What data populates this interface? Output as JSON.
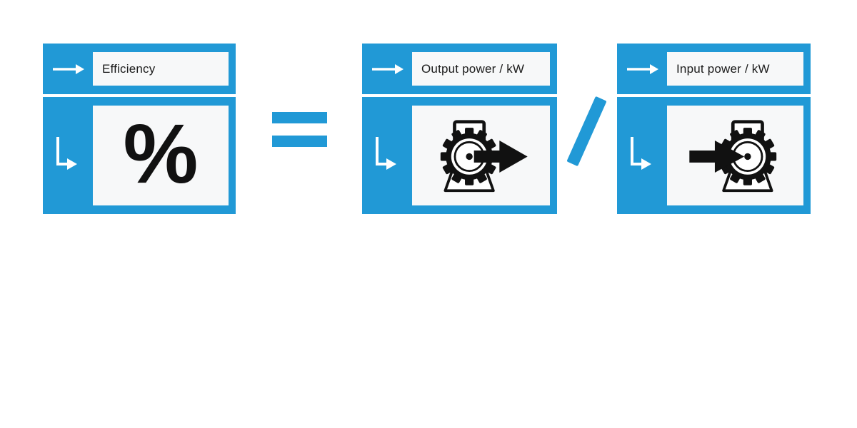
{
  "page": {
    "background": "#ffffff",
    "description": "Efficiency formula diagram"
  },
  "palette": {
    "accent_blue": "#2199D6",
    "inset_bg": "#F7F8F9",
    "ink": "#1a1a1a",
    "icon_black": "#111111"
  },
  "equation": {
    "name": "efficiency-formula",
    "reads_as": "Efficiency % = Output power / kW divided by Input power / kW",
    "terms": [
      {
        "label": "Efficiency",
        "symbol": "percent-sign",
        "value": "%"
      },
      {
        "label": "Output power / kW",
        "symbol": "motor-output-arrow"
      },
      {
        "label": "Input power / kW",
        "symbol": "motor-input-arrow"
      }
    ],
    "operators": [
      {
        "name": "equals",
        "glyph": "="
      },
      {
        "name": "divide",
        "glyph": "/"
      }
    ]
  },
  "icons": {
    "header_arrow": "right-arrow",
    "body_arrow": "down-right-arrow",
    "motor_output": "gear-motor-with-arrow-out",
    "motor_input": "gear-motor-with-arrow-in"
  }
}
